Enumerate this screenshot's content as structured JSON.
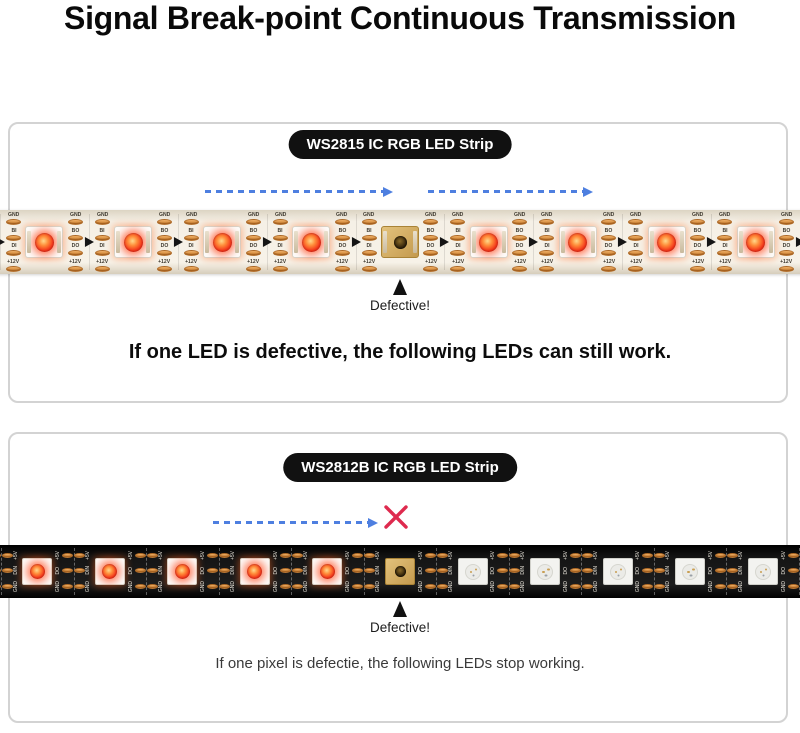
{
  "title": "Signal Break-point Continuous Transmission",
  "colors": {
    "accent_blue": "#4e7fe0",
    "error_red": "#de2a4e",
    "badge_bg": "#111111",
    "copper_pad": "#d9883d",
    "led_red": "#f43a1c"
  },
  "panel1": {
    "badge": "WS2815 IC RGB LED Strip",
    "defective_label": "Defective!",
    "caption": "If one LED is defective, the following LEDs can still work.",
    "strip": {
      "model": "WS2815",
      "pcb_color": "white",
      "junction_rows": [
        {
          "left": "GND",
          "right": "GND"
        },
        {
          "left": "BO",
          "right": "BI"
        },
        {
          "left": "DO",
          "right": "DI"
        },
        {
          "left": "+12V",
          "right": "+12V"
        }
      ],
      "leds": [
        "lit",
        "lit",
        "lit",
        "lit",
        "defective",
        "lit",
        "lit",
        "lit",
        "lit"
      ]
    }
  },
  "panel2": {
    "badge": "WS2812B IC RGB LED Strip",
    "defective_label": "Defective!",
    "caption": "If one pixel is defectie, the following LEDs stop working.",
    "strip": {
      "model": "WS2812B",
      "pcb_color": "black",
      "junction_rows": [
        {
          "left": "+5V",
          "right": "+5V"
        },
        {
          "left": "DO",
          "right": "DIN"
        },
        {
          "left": "GND",
          "right": "GND"
        }
      ],
      "leds": [
        "lit",
        "lit",
        "lit",
        "lit",
        "lit",
        "defective",
        "off",
        "off",
        "off",
        "off",
        "off"
      ]
    }
  }
}
